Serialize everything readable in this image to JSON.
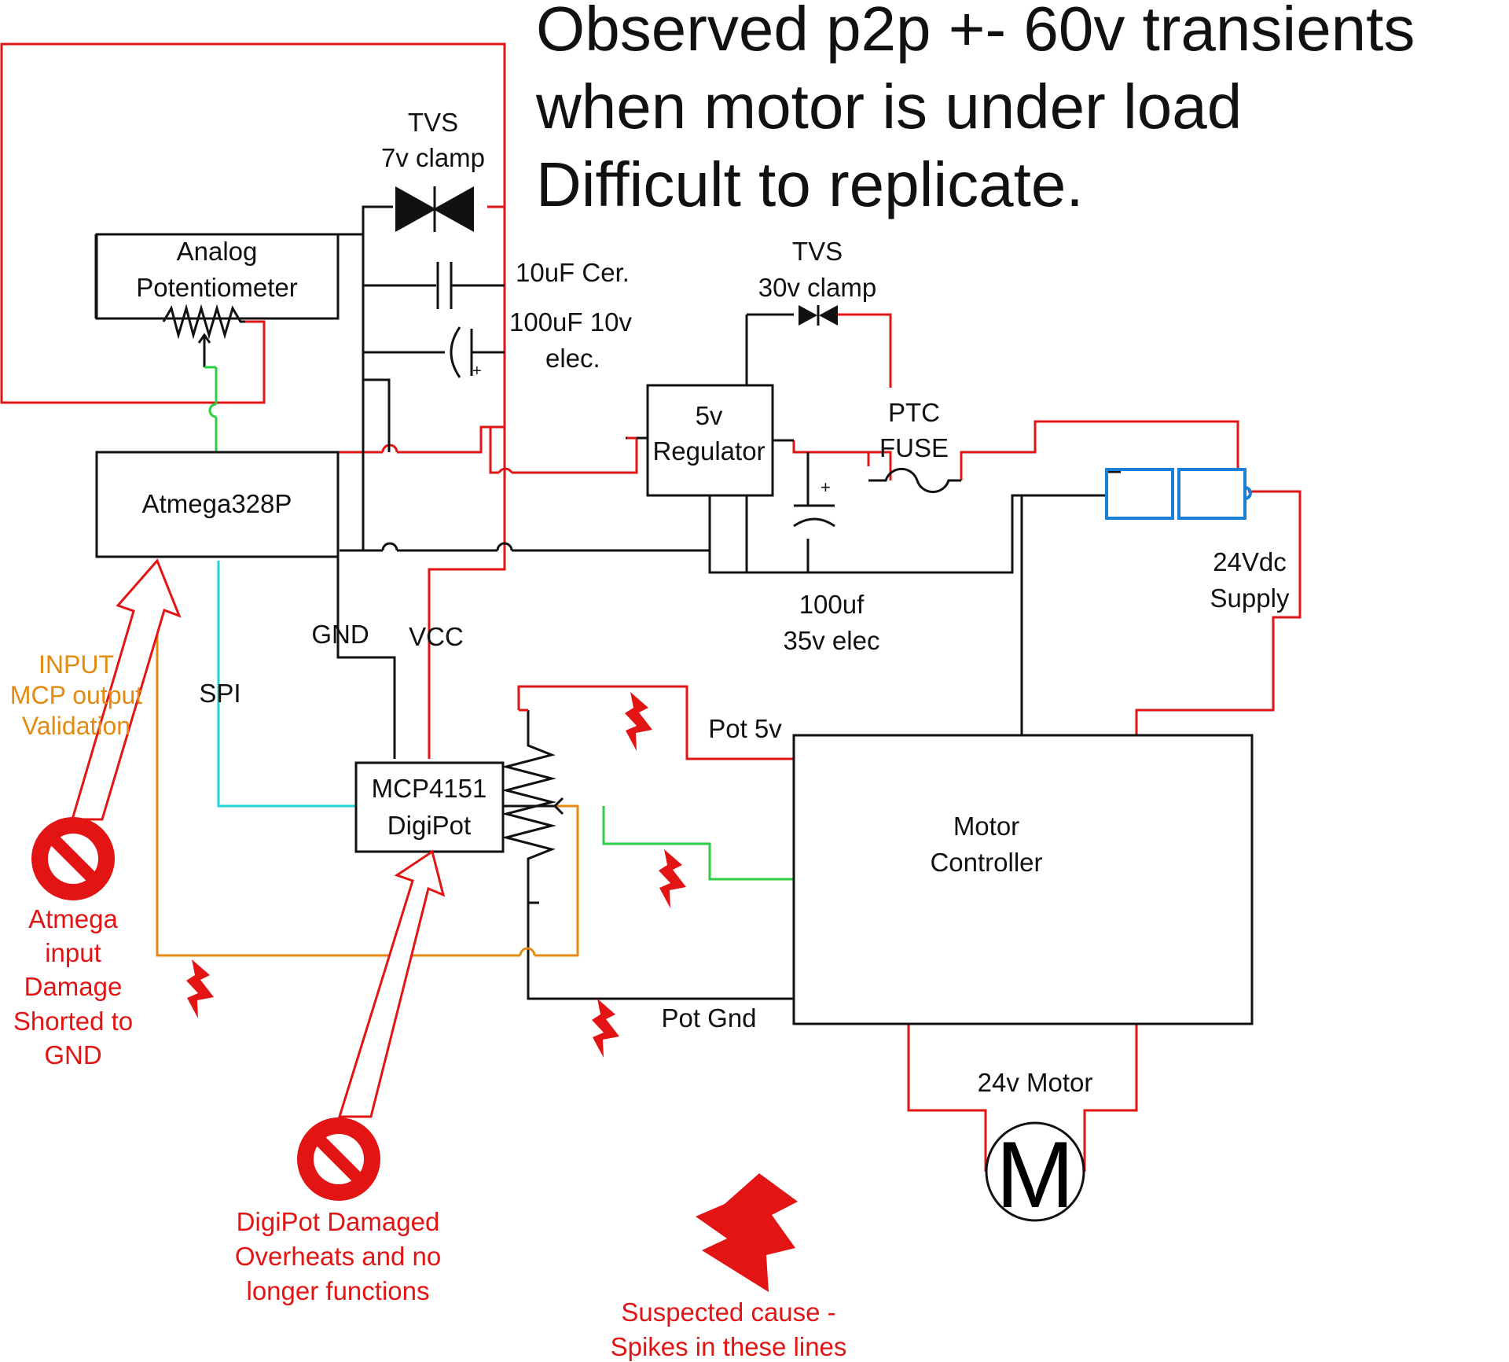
{
  "title": {
    "line1": "Observed p2p +- 60v transients",
    "line2": "when motor is under load",
    "line3": "Difficult to replicate."
  },
  "components": {
    "tvs7_a": "TVS",
    "tvs7_b": "7v clamp",
    "cap10": "10uF Cer.",
    "cap100_a": "100uF 10v",
    "cap100_b": "elec.",
    "pot_a": "Analog",
    "pot_b": "Potentiometer",
    "atmega": "Atmega328P",
    "reg_a": "5v",
    "reg_b": "Regulator",
    "tvs30_a": "TVS",
    "tvs30_b": "30v clamp",
    "ptc_a": "PTC",
    "ptc_b": "FUSE",
    "cap35_a": "100uf",
    "cap35_b": "35v elec",
    "supply_a": "24Vdc",
    "supply_b": "Supply",
    "mcp_a": "MCP4151",
    "mcp_b": "DigiPot",
    "mc_a": "Motor",
    "mc_b": "Controller",
    "motor_lbl": "24v Motor",
    "motor_sym": "M",
    "polarity": "+"
  },
  "nets": {
    "gnd": "GND",
    "vcc": "VCC",
    "spi": "SPI",
    "pot5v": "Pot 5v",
    "potgnd": "Pot Gnd"
  },
  "annotations": {
    "input_a": "INPUT",
    "input_b": "MCP output",
    "input_c": "Validation",
    "atm_a": "Atmega",
    "atm_b": "input",
    "atm_c": "Damage",
    "atm_d": "Shorted to",
    "atm_e": "GND",
    "dp_a": "DigiPot Damaged",
    "dp_b": "Overheats and no",
    "dp_c": "longer functions",
    "sc_a": "Suspected cause -",
    "sc_b": "Spikes in these lines"
  },
  "colors": {
    "red_wire": "#e21414",
    "black_wire": "#111111",
    "green_wire": "#2ecc40",
    "cyan_wire": "#22d3d6",
    "orange_wire": "#e38a12",
    "blue_connector": "#1c7fd6"
  }
}
